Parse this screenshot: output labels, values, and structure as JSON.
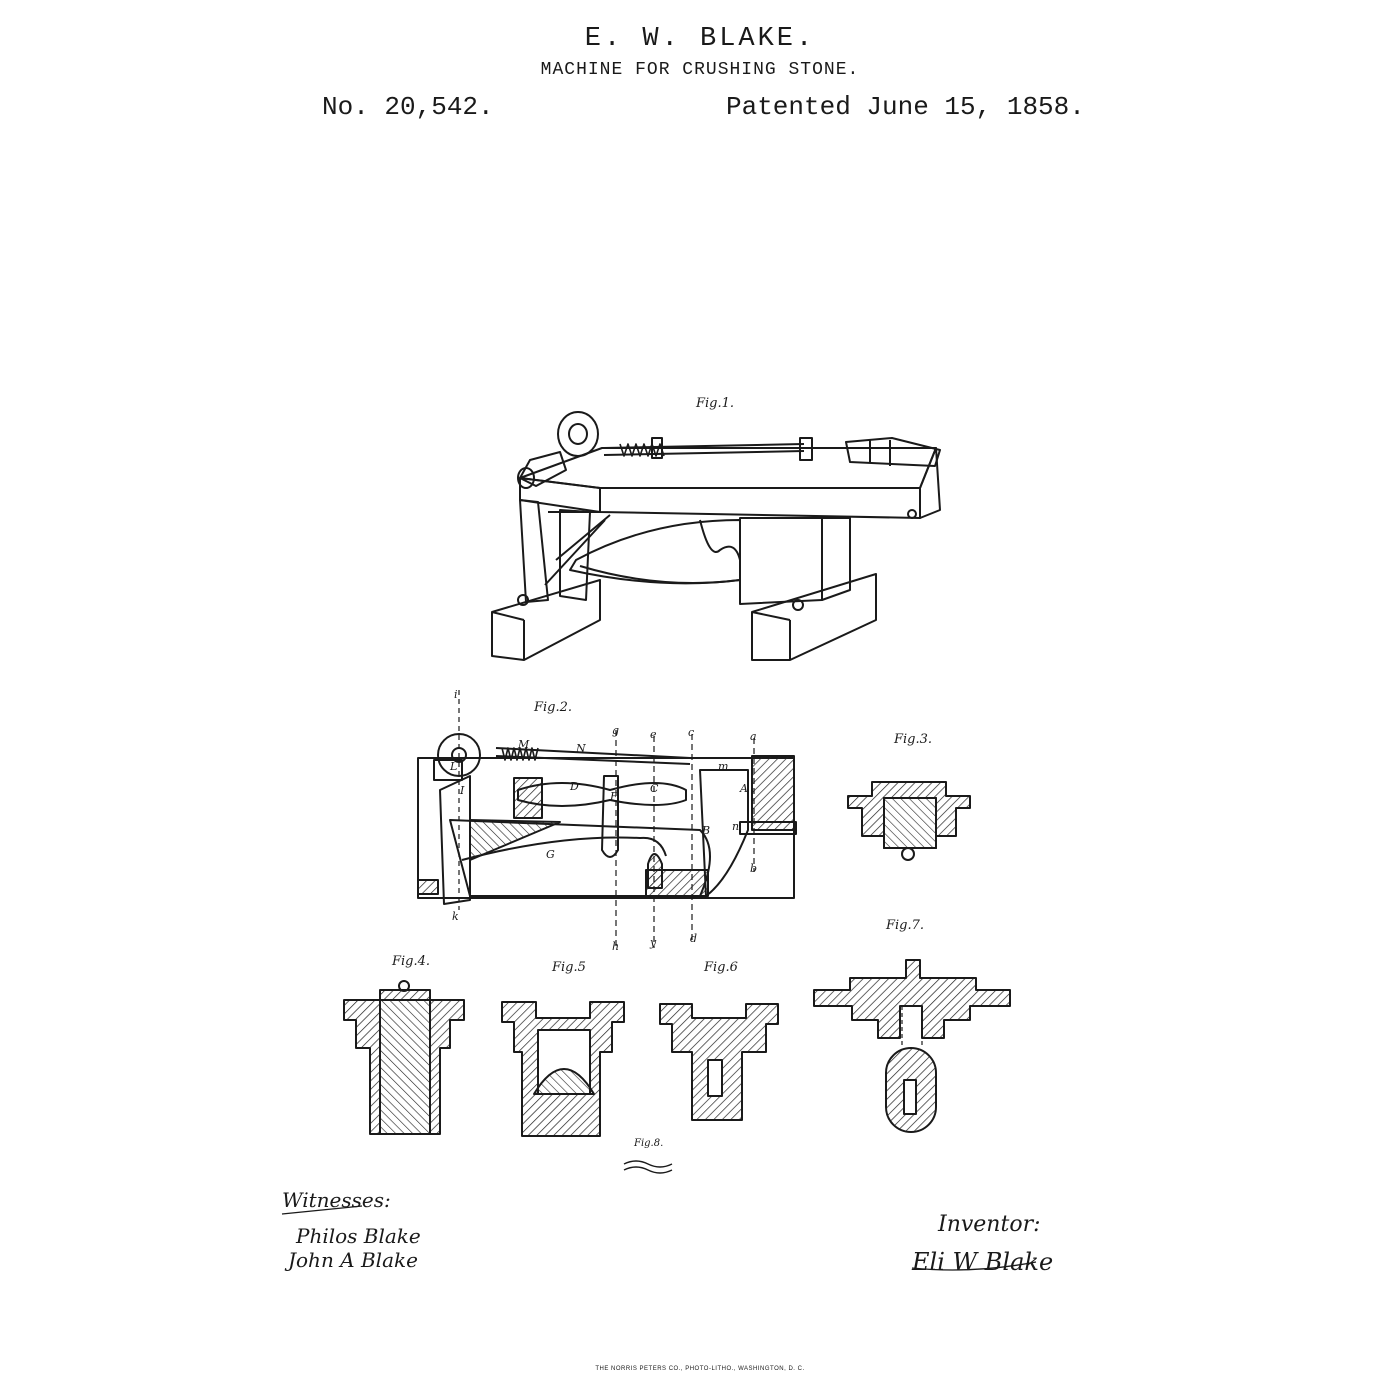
{
  "header": {
    "inventor": "E. W. BLAKE.",
    "title": "MACHINE FOR CRUSHING STONE.",
    "patent_no": "No. 20,542.",
    "patented": "Patented June 15, 1858."
  },
  "figures": {
    "fig1": "Fig.1.",
    "fig2": "Fig.2.",
    "fig3": "Fig.3.",
    "fig4": "Fig.4.",
    "fig5": "Fig.5",
    "fig6": "Fig.6",
    "fig7": "Fig.7.",
    "fig8": "Fig.8."
  },
  "fig2_letters": [
    "i",
    "g",
    "e",
    "c",
    "a",
    "M",
    "N",
    "L",
    "I",
    "D",
    "F",
    "C",
    "m",
    "A",
    "B",
    "G",
    "n",
    "b",
    "k",
    "h",
    "y",
    "d"
  ],
  "signatures": {
    "witnesses_label": "Witnesses:",
    "witness1": "Philos Blake",
    "witness2": "John A Blake",
    "inventor_label": "Inventor:",
    "inventor_sig": "Eli W Blake"
  },
  "printer": "THE NORRIS PETERS CO., PHOTO-LITHO., WASHINGTON, D. C."
}
